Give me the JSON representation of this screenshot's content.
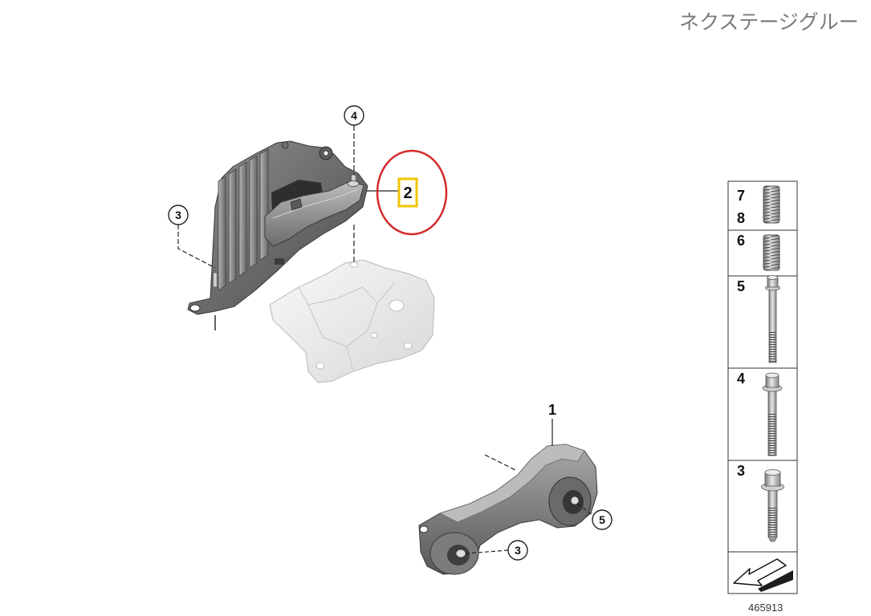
{
  "header": {
    "watermark_text": "ネクステージグルー"
  },
  "diagram": {
    "callouts": {
      "mount_bolt": "4",
      "engine_mount": "2",
      "mount_screw": "3",
      "torque_arm": "1",
      "arm_bolt_rear": "5",
      "arm_bolt_front": "3"
    },
    "highlight_colors": {
      "label_box": "#f0c400",
      "ring": "#d42a2a"
    }
  },
  "legend_panel": {
    "rows": [
      {
        "labels": [
          "7",
          "8"
        ],
        "icon": "thread-insert-icon"
      },
      {
        "labels": [
          "6"
        ],
        "icon": "thread-insert-icon"
      },
      {
        "labels": [
          "5"
        ],
        "icon": "long-bolt-icon"
      },
      {
        "labels": [
          "4"
        ],
        "icon": "flange-bolt-icon"
      },
      {
        "labels": [
          "3"
        ],
        "icon": "short-flange-bolt-icon"
      },
      {
        "labels": [],
        "icon": "orientation-arrow-icon"
      }
    ],
    "diagram_number": "465913"
  }
}
